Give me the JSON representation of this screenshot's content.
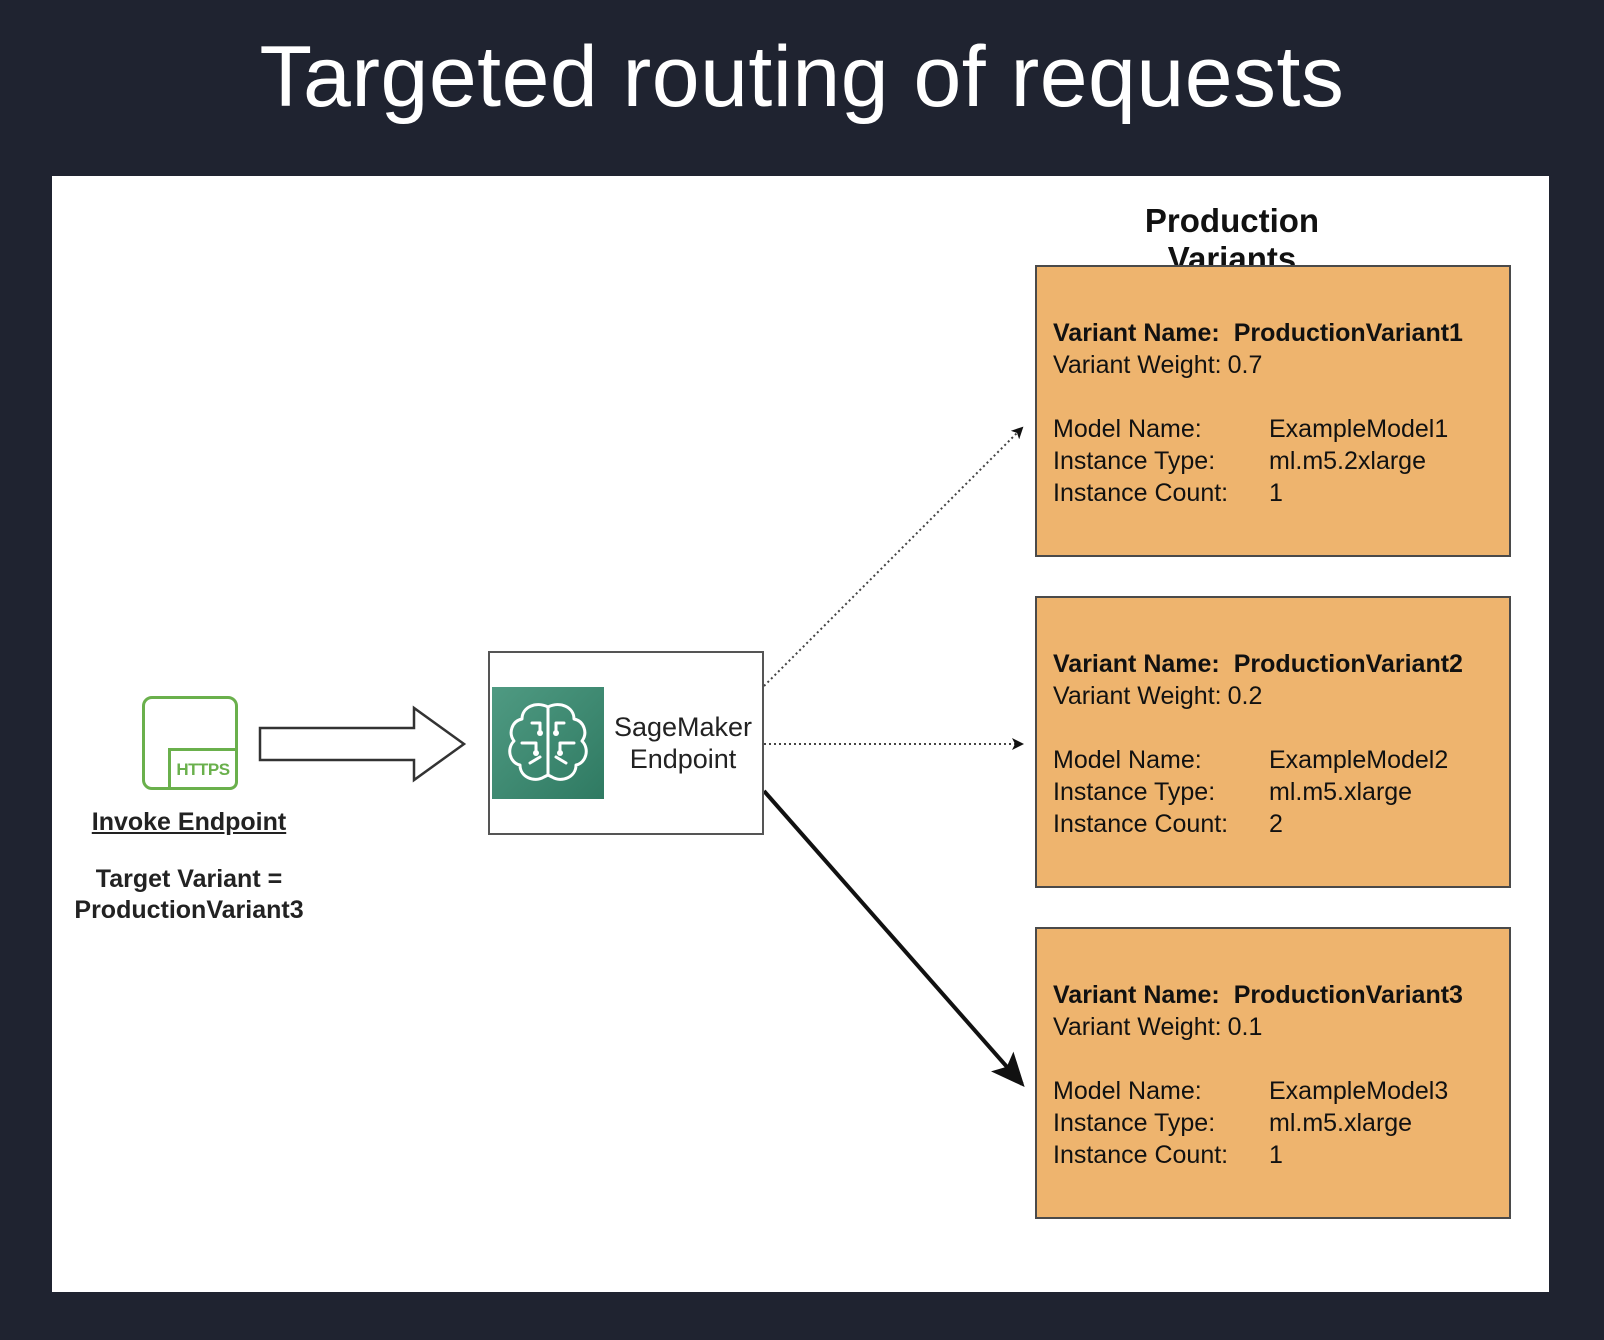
{
  "title": "Targeted routing of requests",
  "diagram": {
    "production_variants_heading": "Production Variants",
    "client": {
      "icon": "https-icon",
      "icon_text": "HTTPS",
      "label": "Invoke Endpoint",
      "target_line1": "Target Variant =",
      "target_line2": "ProductionVariant3"
    },
    "endpoint": {
      "icon": "sagemaker-brain-icon",
      "label_line1": "SageMaker",
      "label_line2": "Endpoint"
    },
    "variants": [
      {
        "name_label": "Variant Name:",
        "name": "ProductionVariant1",
        "weight_label": "Variant Weight:",
        "weight": "0.7",
        "model_label": "Model Name:",
        "model": "ExampleModel1",
        "type_label": "Instance Type:",
        "type": "ml.m5.2xlarge",
        "count_label": "Instance Count:",
        "count": "1",
        "route_style": "dotted"
      },
      {
        "name_label": "Variant Name:",
        "name": "ProductionVariant2",
        "weight_label": "Variant Weight:",
        "weight": "0.2",
        "model_label": "Model Name:",
        "model": "ExampleModel2",
        "type_label": "Instance Type:",
        "type": "ml.m5.xlarge",
        "count_label": "Instance Count:",
        "count": "2",
        "route_style": "dotted"
      },
      {
        "name_label": "Variant Name:",
        "name": "ProductionVariant3",
        "weight_label": "Variant Weight:",
        "weight": "0.1",
        "model_label": "Model Name:",
        "model": "ExampleModel3",
        "type_label": "Instance Type:",
        "type": "ml.m5.xlarge",
        "count_label": "Instance Count:",
        "count": "1",
        "route_style": "solid"
      }
    ]
  },
  "colors": {
    "background": "#1f2330",
    "variant_fill": "#eeb46e",
    "https_green": "#6ab04c",
    "sagemaker_teal": "#3f8a72"
  }
}
